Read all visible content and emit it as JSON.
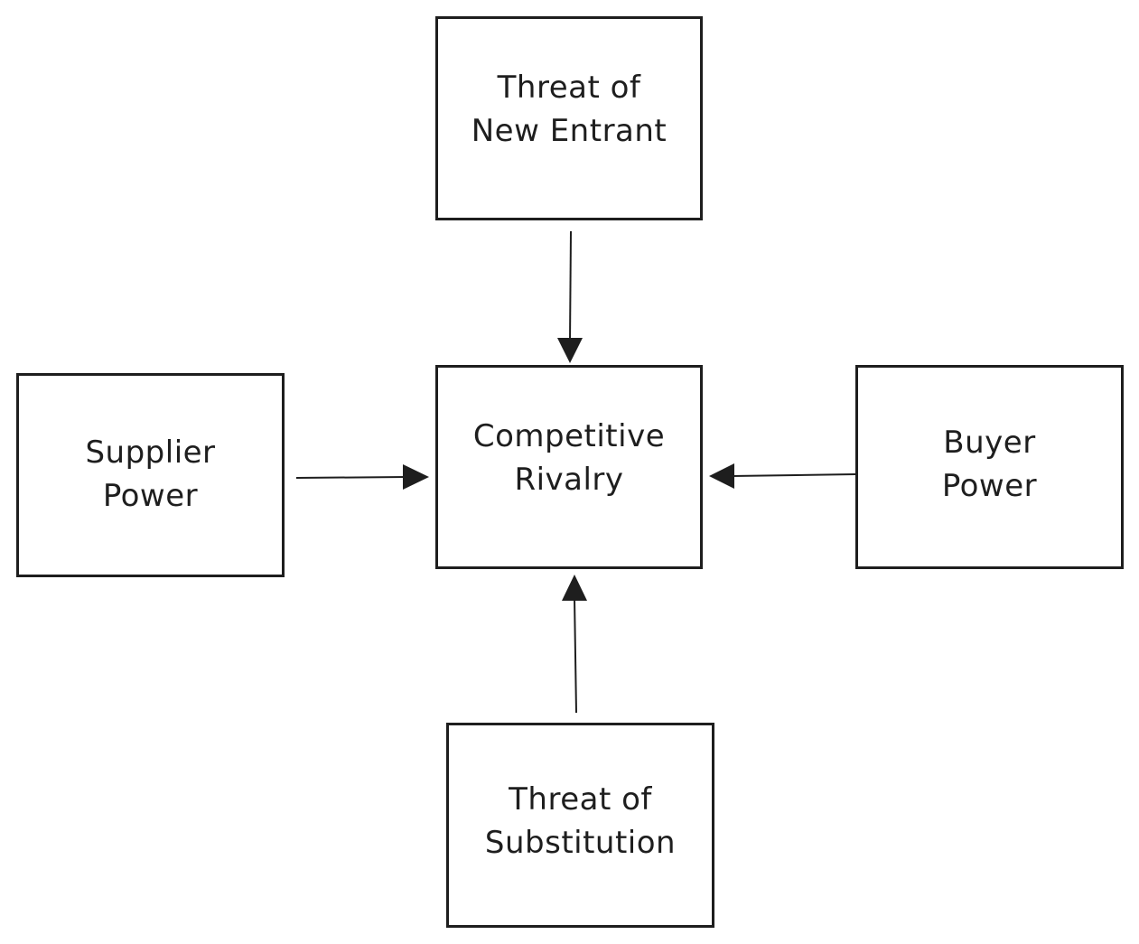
{
  "diagram": {
    "nodes": [
      {
        "id": "new-entrant",
        "label": "Threat of\nNew Entrant"
      },
      {
        "id": "rivalry",
        "label": "Competitive\nRivalry"
      },
      {
        "id": "supplier",
        "label": "Supplier\nPower"
      },
      {
        "id": "buyer",
        "label": "Buyer\nPower"
      },
      {
        "id": "substitution",
        "label": "Threat of\nSubstitution"
      }
    ],
    "edges": [
      {
        "from": "new-entrant",
        "to": "rivalry"
      },
      {
        "from": "supplier",
        "to": "rivalry"
      },
      {
        "from": "buyer",
        "to": "rivalry"
      },
      {
        "from": "substitution",
        "to": "rivalry"
      }
    ],
    "colors": {
      "stroke": "#1e1e1e",
      "background": "#ffffff"
    }
  }
}
